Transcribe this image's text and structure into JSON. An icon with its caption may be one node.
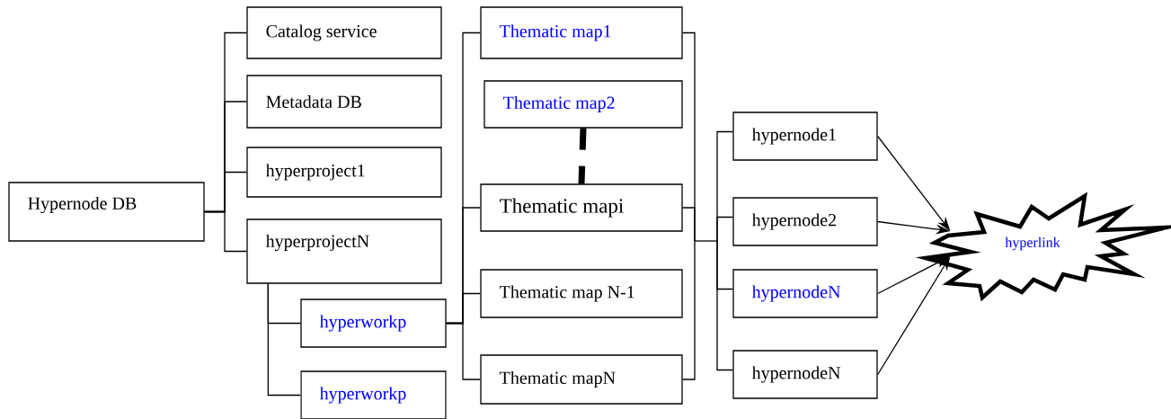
{
  "diagram": {
    "nodes": [
      {
        "text": [
          "Hypernode DB"
        ]
      },
      {
        "text": [
          "Catalog service"
        ]
      },
      {
        "text": [
          "Metadata DB"
        ]
      },
      {
        "text": [
          "hyperproject1"
        ]
      },
      {
        "text": [
          "hyperprojectN"
        ]
      },
      {
        "text": [
          "hyperworkp"
        ]
      },
      {
        "text": [
          "hyperworkp"
        ]
      },
      {
        "text": [
          "Thematic map1"
        ]
      },
      {
        "text": [
          "Thematic map2"
        ]
      },
      {
        "text": [
          "Thematic mapi"
        ]
      },
      {
        "text": [
          "Thematic map N-1"
        ]
      },
      {
        "text": [
          "Thematic mapN"
        ]
      },
      {
        "text": [
          "hypernode1"
        ]
      },
      {
        "text": [
          "hypernode2"
        ]
      },
      {
        "text": [
          "hypernodeN"
        ]
      },
      {
        "text": [
          "hypernodeN"
        ]
      },
      {
        "text": [
          "hyperlink"
        ]
      }
    ],
    "edges": [
      {
        "from": 0,
        "to": 1,
        "arrow": "none"
      },
      {
        "from": 0,
        "to": 2,
        "arrow": "none"
      },
      {
        "from": 0,
        "to": 3,
        "arrow": "none"
      },
      {
        "from": 0,
        "to": 4,
        "arrow": "none"
      },
      {
        "from": 4,
        "to": 5,
        "arrow": "none"
      },
      {
        "from": 4,
        "to": 6,
        "arrow": "none"
      },
      {
        "from": 5,
        "to": 7,
        "arrow": "none"
      },
      {
        "from": 5,
        "to": 9,
        "arrow": "none"
      },
      {
        "from": 5,
        "to": 10,
        "arrow": "none"
      },
      {
        "from": 5,
        "to": 11,
        "arrow": "none"
      },
      {
        "from": 8,
        "to": 9,
        "arrow": "none",
        "style": "dashed"
      },
      {
        "from": 7,
        "to": 12,
        "arrow": "none"
      },
      {
        "from": 7,
        "to": 13,
        "arrow": "none"
      },
      {
        "from": 7,
        "to": 14,
        "arrow": "none"
      },
      {
        "from": 7,
        "to": 15,
        "arrow": "none"
      },
      {
        "from": 9,
        "to": 12,
        "arrow": "none"
      },
      {
        "from": 9,
        "to": 13,
        "arrow": "none"
      },
      {
        "from": 9,
        "to": 14,
        "arrow": "none"
      },
      {
        "from": 9,
        "to": 15,
        "arrow": "none"
      },
      {
        "from": 11,
        "to": 12,
        "arrow": "none"
      },
      {
        "from": 11,
        "to": 13,
        "arrow": "none"
      },
      {
        "from": 11,
        "to": 14,
        "arrow": "none"
      },
      {
        "from": 11,
        "to": 15,
        "arrow": "none"
      },
      {
        "from": 12,
        "to": 16,
        "arrow": "to"
      },
      {
        "from": 13,
        "to": 16,
        "arrow": "to"
      },
      {
        "from": 14,
        "to": 16,
        "arrow": "to"
      },
      {
        "from": 15,
        "to": 16,
        "arrow": "to"
      }
    ]
  }
}
